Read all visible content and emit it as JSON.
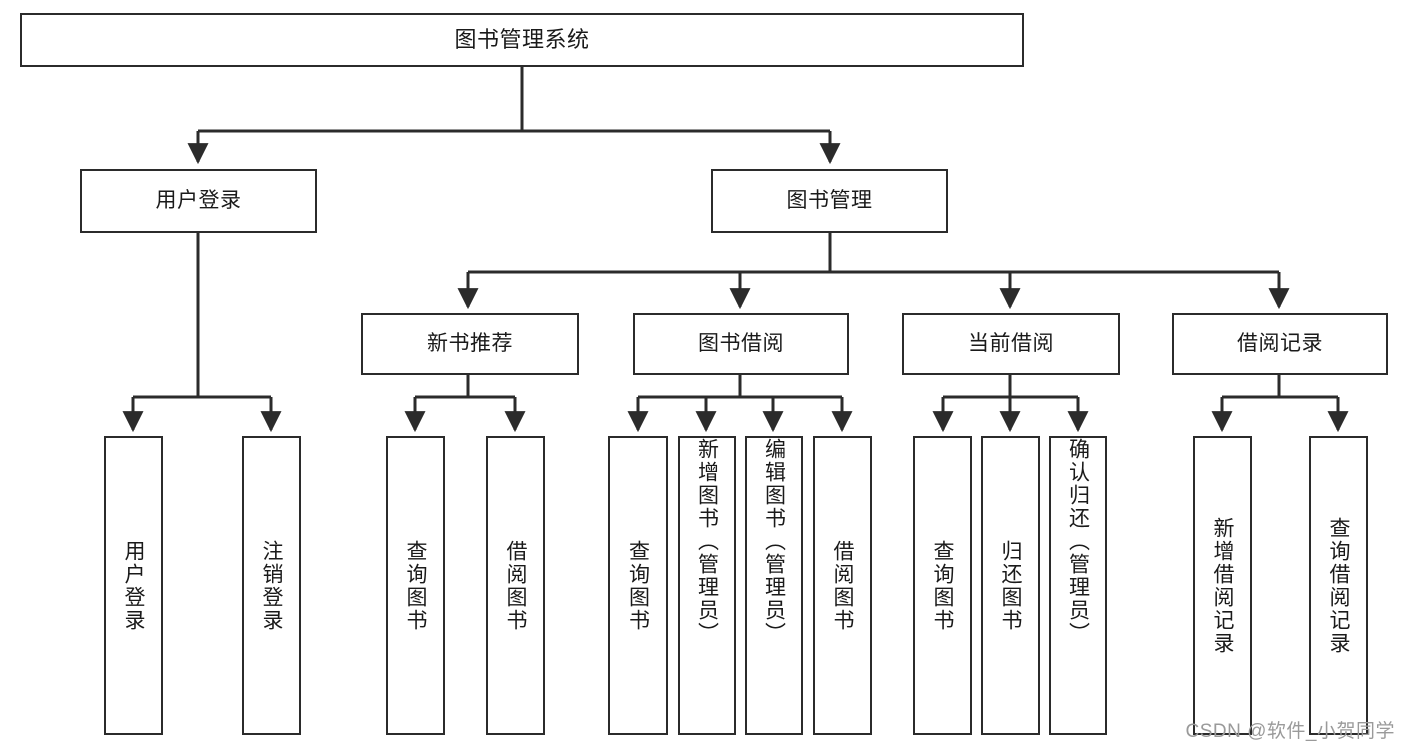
{
  "diagram": {
    "type": "tree-hierarchy-chart",
    "title_text": "图书管理系统",
    "line_color": "#2b2b2b",
    "box_fill": "#ffffff",
    "text_color": "#1a1a1a"
  },
  "root": {
    "label": "图书管理系统"
  },
  "level2": [
    {
      "label": "用户登录"
    },
    {
      "label": "图书管理"
    }
  ],
  "level3": [
    {
      "label": "新书推荐"
    },
    {
      "label": "图书借阅"
    },
    {
      "label": "当前借阅"
    },
    {
      "label": "借阅记录"
    }
  ],
  "leaves": {
    "user_login": [
      {
        "label": "用户登录"
      },
      {
        "label": "注销登录"
      }
    ],
    "new_book": [
      {
        "label": "查询图书"
      },
      {
        "label": "借阅图书"
      }
    ],
    "book_borrow": [
      {
        "label": "查询图书"
      },
      {
        "label": "新增图书（管理员）"
      },
      {
        "label": "编辑图书（管理员）"
      },
      {
        "label": "借阅图书"
      }
    ],
    "current_borrow": [
      {
        "label": "查询图书"
      },
      {
        "label": "归还图书"
      },
      {
        "label": "确认归还（管理员）"
      }
    ],
    "borrow_record": [
      {
        "label": "新增借阅记录"
      },
      {
        "label": "查询借阅记录"
      }
    ]
  },
  "watermark": {
    "text": "CSDN @软件_小贺同学"
  }
}
